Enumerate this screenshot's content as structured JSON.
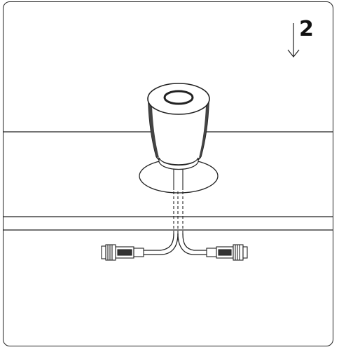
{
  "step": {
    "number": "2",
    "arrow_icon": "down-arrow-icon",
    "arrow_direction": "down"
  },
  "colors": {
    "stroke": "#222222",
    "background": "#ffffff",
    "fixture_body": "#ffffff"
  },
  "components": [
    "recessed-light-fixture",
    "mounting-flange",
    "ceiling-panel",
    "support-beam",
    "hidden-cable-run",
    "left-cable-connector",
    "right-cable-connector"
  ]
}
